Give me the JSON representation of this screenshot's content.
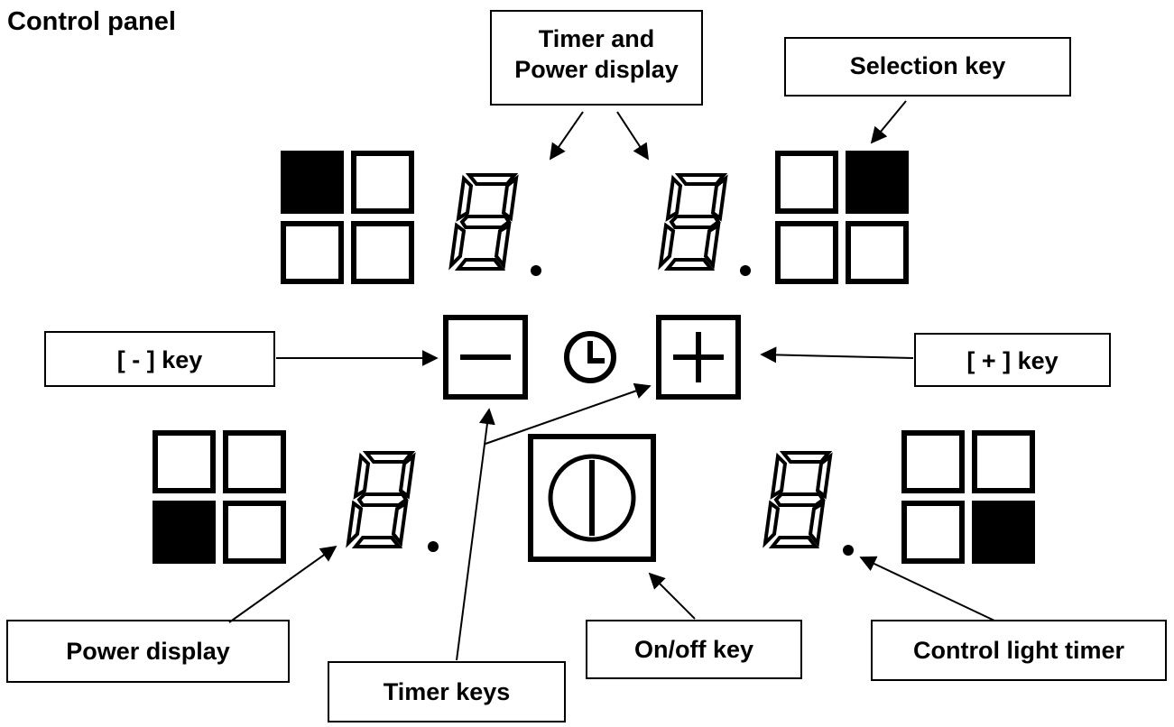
{
  "title": "Control panel",
  "callouts": {
    "timer_power_display": [
      "Timer and",
      "Power display"
    ],
    "selection_key": "Selection key",
    "minus_key": "[ - ] key",
    "plus_key": "[ + ] key",
    "power_display": "Power display",
    "timer_keys": "Timer keys",
    "onoff_key": "On/off key",
    "control_light_timer": "Control light timer"
  },
  "zones": [
    {
      "name": "rear-left",
      "active_quadrant": "top-left",
      "display_digit": "8"
    },
    {
      "name": "rear-right",
      "active_quadrant": "top-right",
      "display_digit": "8"
    },
    {
      "name": "front-left",
      "active_quadrant": "bottom-left",
      "display_digit": "8"
    },
    {
      "name": "front-right",
      "active_quadrant": "bottom-right",
      "display_digit": "8"
    }
  ],
  "icons": {
    "minus": "minus-icon",
    "plus": "plus-icon",
    "clock": "clock-icon",
    "power": "power-icon"
  },
  "colors": {
    "ink": "#000000",
    "paper": "#ffffff"
  }
}
